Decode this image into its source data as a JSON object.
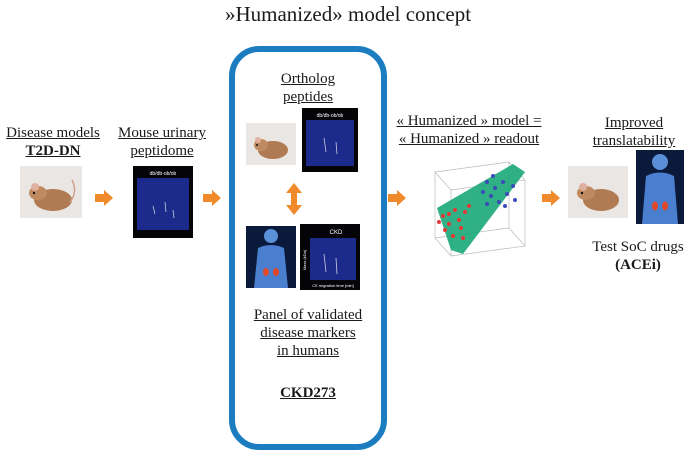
{
  "title": "»Humanized» model concept",
  "disease_models": {
    "line1": "Disease models",
    "line2": "T2D-DN"
  },
  "mouse_peptidome": {
    "line1": "Mouse urinary",
    "line2": "peptidome"
  },
  "ortholog": {
    "line1": "Ortholog",
    "line2": "peptides"
  },
  "panel": {
    "line1": "Panel of validated",
    "line2": "disease markers",
    "line3": "in humans"
  },
  "marker_name": "CKD273",
  "humanized": {
    "line1": "« Humanized » model =",
    "line2": "« Humanized » readout"
  },
  "improved": {
    "line1": "Improved",
    "line2": "translatability"
  },
  "test_soc": {
    "line1": "Test SoC drugs",
    "line2": "(ACEi)"
  },
  "ckd_plot": {
    "title": "CKD",
    "xlabel": "CE migration time [min]",
    "ylabel": "Mass (kDa)"
  },
  "db_plot": {
    "title": "db/db-ob/ob"
  },
  "colors": {
    "box_border": "#1b7dc0",
    "arrow": "#f08a2a",
    "plane": "#1aa878",
    "dots_red": "#e23a3a",
    "dots_blue": "#3a4ab8"
  }
}
